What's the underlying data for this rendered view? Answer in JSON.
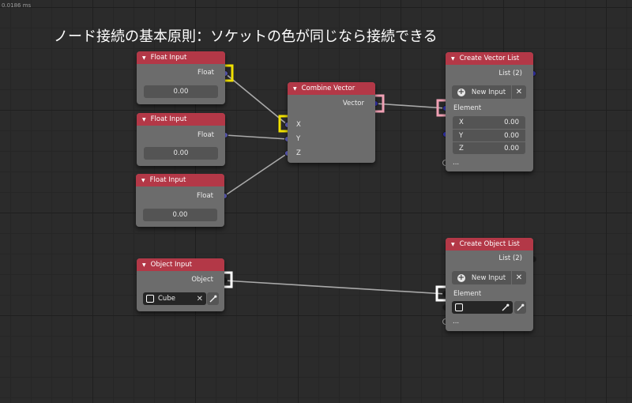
{
  "timing": "0.0186 ms",
  "caption": "ノード接続の基本原則：ソケットの色が同じなら接続できる",
  "colors": {
    "header": "#b33847",
    "node_body": "#6c6c6c",
    "socket_blue": "#6363c8",
    "socket_vector": "#3434b4",
    "socket_object": "#1a1a1a",
    "highlight_yellow": "#f0e000",
    "highlight_pink": "#f0a0b4",
    "highlight_white": "#ffffff"
  },
  "float_nodes": [
    {
      "title": "Float Input",
      "output": "Float",
      "value": "0.00"
    },
    {
      "title": "Float Input",
      "output": "Float",
      "value": "0.00"
    },
    {
      "title": "Float Input",
      "output": "Float",
      "value": "0.00"
    }
  ],
  "combine_vector": {
    "title": "Combine Vector",
    "output": "Vector",
    "inputs": [
      "X",
      "Y",
      "Z"
    ]
  },
  "vector_list": {
    "title": "Create Vector List",
    "output": "List (2)",
    "new_input": "New Input",
    "element": "Element",
    "fields": [
      {
        "label": "X",
        "value": "0.00"
      },
      {
        "label": "Y",
        "value": "0.00"
      },
      {
        "label": "Z",
        "value": "0.00"
      }
    ],
    "more": "..."
  },
  "object_input": {
    "title": "Object Input",
    "output": "Object",
    "object_name": "Cube"
  },
  "object_list": {
    "title": "Create Object List",
    "output": "List (2)",
    "new_input": "New Input",
    "element": "Element",
    "more": "..."
  },
  "icons": {
    "collapse": "▼",
    "clear": "✕",
    "plus": "+",
    "eyedropper": "eyedropper-icon",
    "object": "object-icon"
  }
}
